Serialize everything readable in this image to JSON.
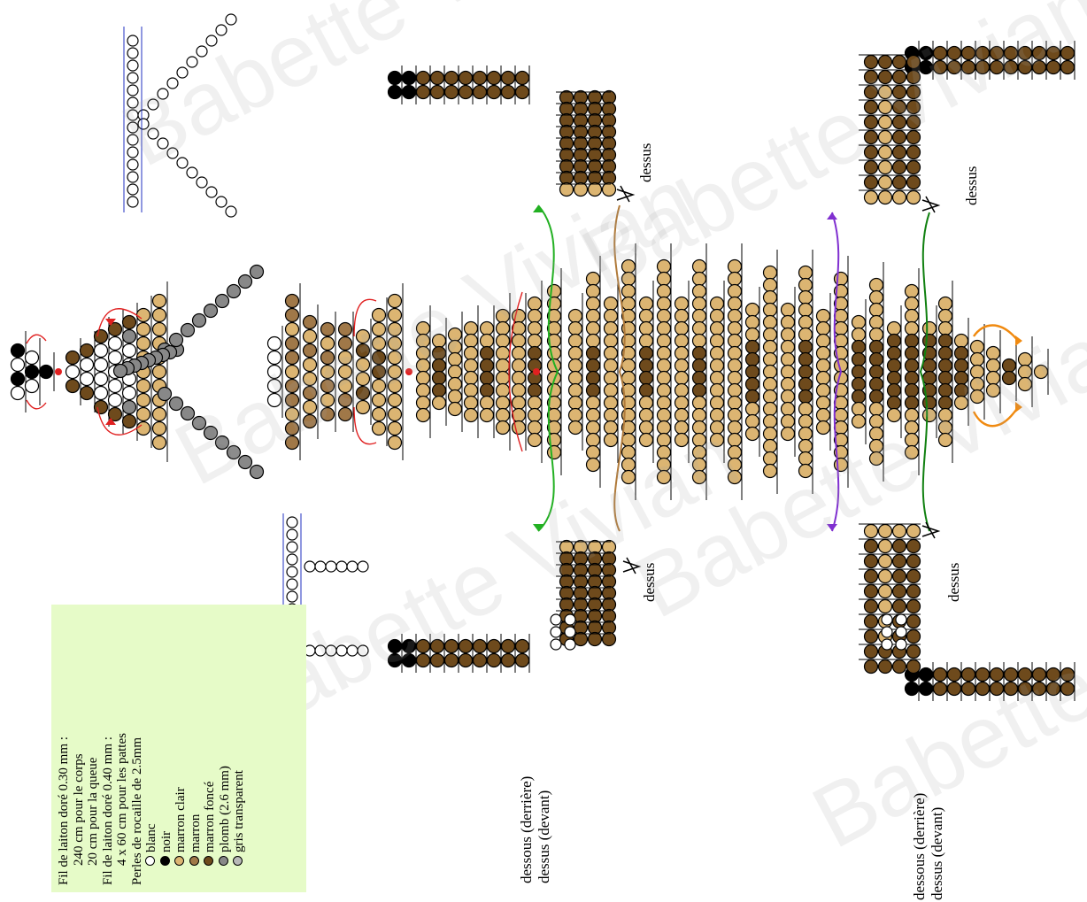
{
  "legend": {
    "lines": [
      "Fil de laiton doré 0.30 mm :",
      "240 cm pour le corps",
      "20 cm pour la queue",
      "Fil de laiton doré 0.40 mm :",
      "4 x 60 cm pour les pattes",
      "Perles de rocaille de 2.5mm"
    ],
    "colors": [
      {
        "label": "blanc",
        "color": "#ffffff"
      },
      {
        "label": "noir",
        "color": "#000000"
      },
      {
        "label": "marron clair",
        "color": "#dcb572"
      },
      {
        "label": "marron",
        "color": "#a07848"
      },
      {
        "label": "marron foncé",
        "color": "#6e4a1c"
      },
      {
        "label": "plomb  (2.6 mm)",
        "color": "#888888"
      },
      {
        "label": "gris transparent",
        "color": "#b8b8b8"
      }
    ]
  },
  "captions": {
    "left_under": "dessous (derrière)",
    "left_over": "dessus (devant)",
    "right_under": "dessous (derrière)",
    "right_over": "dessus (devant)",
    "dessus": "dessus"
  },
  "watermark": "Babette Vivian",
  "row_counts": {
    "head": [
      "5",
      "5",
      "4",
      "1",
      "2",
      "1",
      "7",
      "6",
      "9",
      "11"
    ],
    "ears": [
      "5",
      "6",
      "9",
      "11",
      "11"
    ],
    "body": [
      "8",
      "6",
      "7",
      "8",
      "8",
      "10",
      "10",
      "12",
      "14",
      "10",
      "16",
      "12",
      "18",
      "12",
      "18",
      "12",
      "18",
      "12",
      "18",
      "11",
      "17",
      "11",
      "17",
      "10",
      "16",
      "9",
      "15",
      "8",
      "14",
      "8",
      "12",
      "6",
      "5",
      "4",
      "2",
      "3",
      "3",
      "2",
      "1"
    ],
    "leg_upper_left": [
      "2",
      "2",
      "2",
      "2",
      "2",
      "2",
      "2",
      "2",
      "2",
      "2",
      "3",
      "3",
      "3",
      "3",
      "3",
      "3",
      "4"
    ],
    "leg_lower_left": [
      "2",
      "2",
      "2",
      "2",
      "2",
      "2",
      "2",
      "2",
      "2",
      "2",
      "3",
      "3",
      "3",
      "3",
      "3",
      "3",
      "4"
    ],
    "leg_upper_right": [
      "2",
      "2",
      "2",
      "2",
      "2",
      "2",
      "2",
      "2",
      "2",
      "2",
      "3",
      "3",
      "3",
      "4",
      "4",
      "4",
      "4",
      "5"
    ],
    "leg_lower_right": [
      "2",
      "2",
      "2",
      "2",
      "2",
      "2",
      "2",
      "2",
      "2",
      "2",
      "3",
      "3",
      "3",
      "4",
      "4",
      "4",
      "4",
      "5"
    ]
  }
}
